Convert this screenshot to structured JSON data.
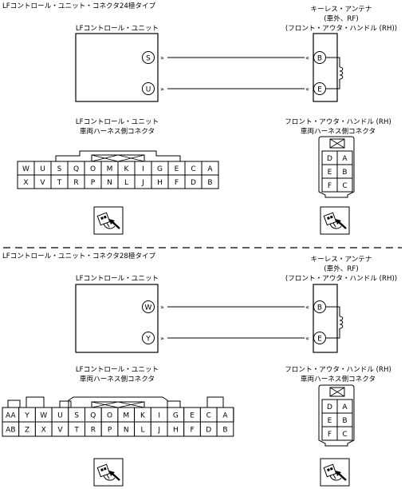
{
  "section1": {
    "title": "LFコントロール・ユニット・コネクタ24極タイプ",
    "unit_label": "LFコントロール・ユニット",
    "antenna_label": [
      "キーレス・アンテナ",
      "(車外、RF)",
      "(フロント・アウタ・ハンドル (RH))"
    ],
    "unit_pins": [
      "S",
      "U"
    ],
    "antenna_pins": [
      "B",
      "E"
    ],
    "unit_connector_label": [
      "LFコントロール・ユニット",
      "車両ハーネス側コネクタ"
    ],
    "handle_connector_label": [
      "フロント・アウタ・ハンドル (RH)",
      "車両ハーネス側コネクタ"
    ],
    "connector_rows": [
      [
        "W",
        "U",
        "S",
        "Q",
        "O",
        "M",
        "K",
        "I",
        "G",
        "E",
        "C",
        "A"
      ],
      [
        "X",
        "V",
        "T",
        "R",
        "P",
        "N",
        "L",
        "J",
        "H",
        "F",
        "D",
        "B"
      ]
    ],
    "handle_rows": [
      [
        "D",
        "A"
      ],
      [
        "E",
        "B"
      ],
      [
        "F",
        "C"
      ]
    ]
  },
  "section2": {
    "title": "LFコントロール・ユニット・コネクタ28極タイプ",
    "unit_label": "LFコントロール・ユニット",
    "antenna_label": [
      "キーレス・アンテナ",
      "(車外、RF)",
      "(フロント・アウタ・ハンドル (RH))"
    ],
    "unit_pins": [
      "W",
      "Y"
    ],
    "antenna_pins": [
      "B",
      "E"
    ],
    "unit_connector_label": [
      "LFコントロール・ユニット",
      "車両ハーネス側コネクタ"
    ],
    "handle_connector_label": [
      "フロント・アウタ・ハンドル (RH)",
      "車両ハーネス側コネクタ"
    ],
    "connector_rows": [
      [
        "AA",
        "Y",
        "W",
        "U",
        "S",
        "Q",
        "O",
        "M",
        "K",
        "I",
        "G",
        "E",
        "C",
        "A"
      ],
      [
        "AB",
        "Z",
        "X",
        "V",
        "T",
        "R",
        "P",
        "N",
        "L",
        "J",
        "H",
        "F",
        "D",
        "B"
      ]
    ],
    "handle_rows": [
      [
        "D",
        "A"
      ],
      [
        "E",
        "B"
      ],
      [
        "F",
        "C"
      ]
    ]
  }
}
